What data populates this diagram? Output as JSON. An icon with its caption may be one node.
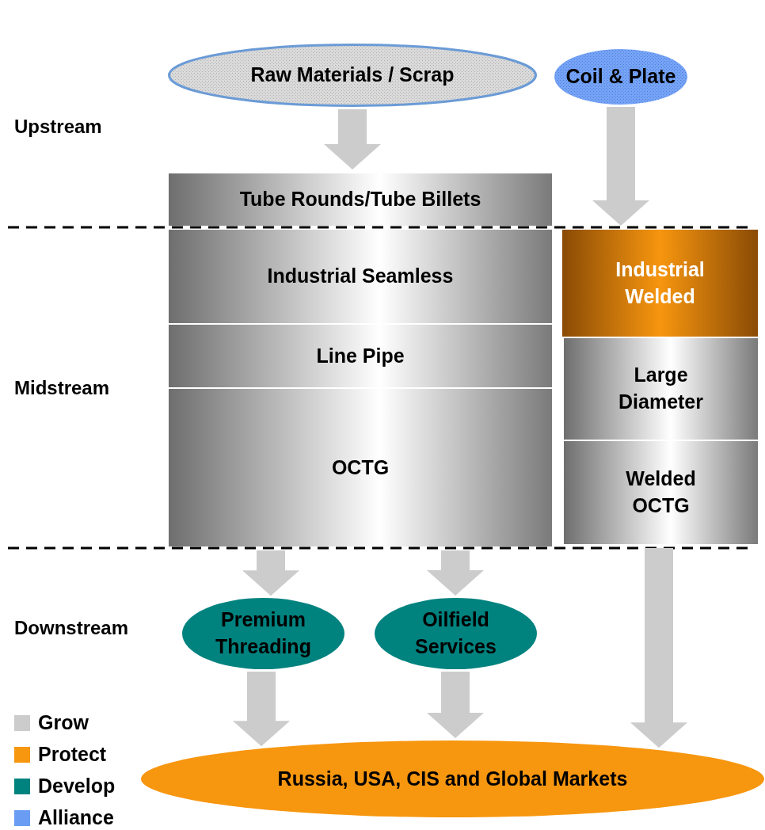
{
  "diagram": {
    "nodes": [
      {
        "text": [
          "Raw Materials / Scrap"
        ]
      },
      {
        "text": [
          "Coil & Plate"
        ]
      },
      {
        "text": [
          "Tube Rounds/Tube Billets"
        ]
      },
      {
        "text": [
          "Industrial Seamless"
        ]
      },
      {
        "text": [
          "Industrial Welded"
        ]
      },
      {
        "text": [
          "Line Pipe"
        ]
      },
      {
        "text": [
          "Large Diameter"
        ]
      },
      {
        "text": [
          "OCTG"
        ]
      },
      {
        "text": [
          "Welded OCTG"
        ]
      },
      {
        "text": [
          "Premium Threading"
        ]
      },
      {
        "text": [
          "Oilfield Services"
        ]
      },
      {
        "text": [
          "Russia, USA, CIS and Global Markets"
        ]
      }
    ],
    "edges": [
      {
        "from": 0,
        "to": 2,
        "arrow": "to"
      },
      {
        "from": 1,
        "to": 4,
        "arrow": "to"
      },
      {
        "from": 7,
        "to": 9,
        "arrow": "to"
      },
      {
        "from": 7,
        "to": 10,
        "arrow": "to"
      },
      {
        "from": 9,
        "to": 11,
        "arrow": "to"
      },
      {
        "from": 10,
        "to": 11,
        "arrow": "to"
      },
      {
        "from": 8,
        "to": 11,
        "arrow": "to"
      }
    ],
    "labels": [
      "Upstream",
      "Midstream",
      "Downstream"
    ],
    "legend": [
      {
        "text": "Grow",
        "color": "#cccccc"
      },
      {
        "text": "Protect",
        "color": "#f7960f"
      },
      {
        "text": "Develop",
        "color": "#00827f"
      },
      {
        "text": "Alliance",
        "color": "#6a9cf3"
      }
    ]
  }
}
